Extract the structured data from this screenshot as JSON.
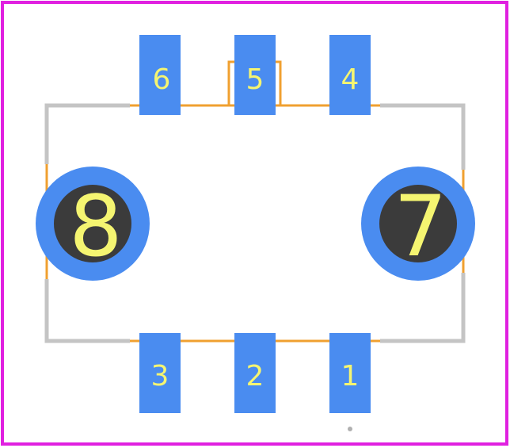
{
  "footprint": {
    "pads": [
      {
        "id": "pad-6",
        "label": "6"
      },
      {
        "id": "pad-5",
        "label": "5"
      },
      {
        "id": "pad-4",
        "label": "4"
      },
      {
        "id": "pad-3",
        "label": "3"
      },
      {
        "id": "pad-2",
        "label": "2"
      },
      {
        "id": "pad-1",
        "label": "1"
      }
    ],
    "holes": [
      {
        "id": "hole-8",
        "label": "8"
      },
      {
        "id": "hole-7",
        "label": "7"
      }
    ]
  },
  "colors": {
    "pad": "#4a8cf0",
    "pad_text": "#f5f571",
    "assembly_outline": "#f0a030",
    "silkscreen": "#c4c4c4",
    "drill": "#3b3b3b",
    "board_outline": "#e020e0",
    "background": "#ffffff"
  }
}
